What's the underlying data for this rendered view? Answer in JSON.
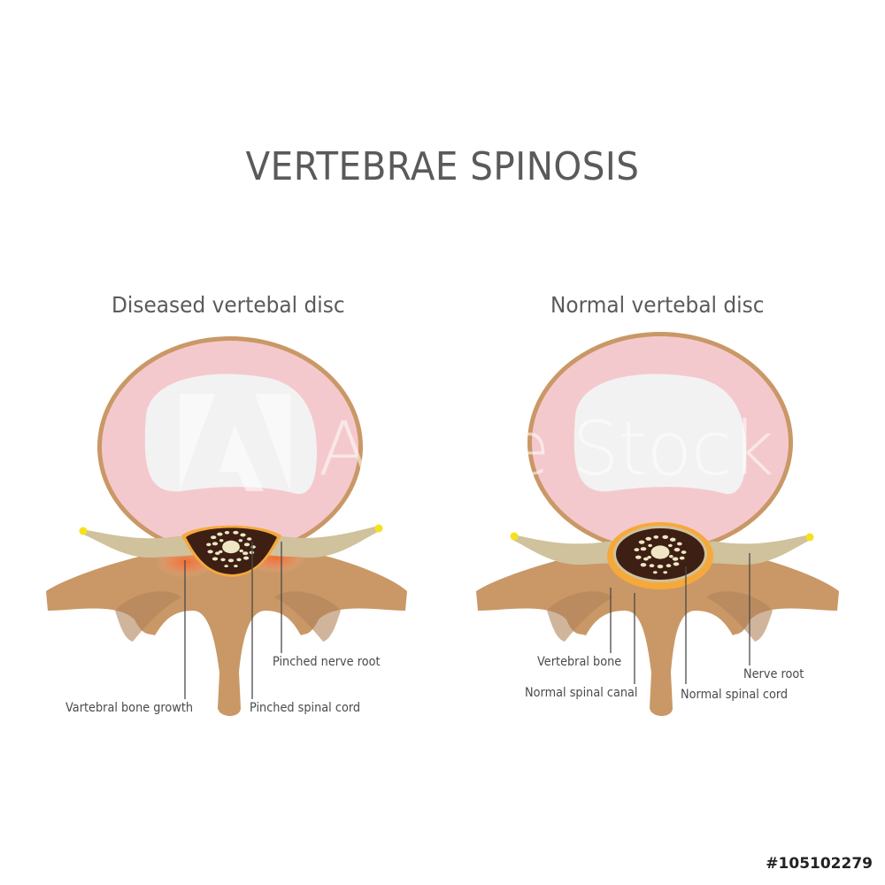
{
  "title": "VERTEBRAE SPINOSIS",
  "panels": {
    "diseased": {
      "subtitle": "Diseased vertebal disc",
      "labels": {
        "bone_growth": "Vartebral bone growth",
        "pinched_spinal_cord": "Pinched spinal cord",
        "pinched_nerve_root": "Pinched nerve root"
      }
    },
    "normal": {
      "subtitle": "Normal vertebal disc",
      "labels": {
        "vertebral_bone": "Vertebral bone",
        "normal_spinal_canal": "Normal spinal canal",
        "normal_spinal_cord": "Normal spinal cord",
        "nerve_root": "Nerve root"
      }
    }
  },
  "watermark": {
    "text": "Adobe Stock"
  },
  "stock_id": "#105102279",
  "colors": {
    "bone": "#c99866",
    "bone_shade": "#b0825a",
    "disc_outer": "#f4c9cd",
    "disc_rim": "#c99866",
    "disc_inner": "#f2f2f2",
    "nerve": "#cfc29c",
    "nerve_tip": "#f5e11d",
    "cord": "#3d1f14",
    "cord_dots": "#efe7c4",
    "canal_ring": "#f6a93b",
    "inflammation": "#f26a2e",
    "leader": "#4a4a4c"
  }
}
